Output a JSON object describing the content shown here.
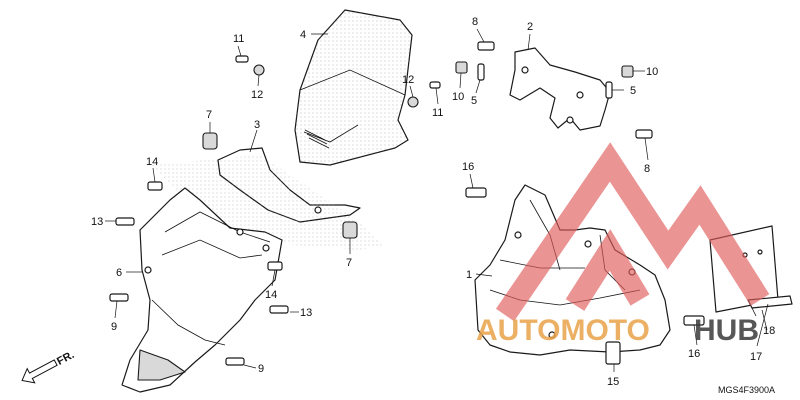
{
  "diagram": {
    "code": "MGS4F3900A",
    "front_indicator": "FR.",
    "callouts": [
      {
        "id": "c-11a",
        "text": "11"
      },
      {
        "id": "c-12a",
        "text": "12"
      },
      {
        "id": "c-4",
        "text": "4"
      },
      {
        "id": "c-12b",
        "text": "12"
      },
      {
        "id": "c-11b",
        "text": "11"
      },
      {
        "id": "c-7a",
        "text": "7"
      },
      {
        "id": "c-3",
        "text": "3"
      },
      {
        "id": "c-14a",
        "text": "14"
      },
      {
        "id": "c-13a",
        "text": "13"
      },
      {
        "id": "c-7b",
        "text": "7"
      },
      {
        "id": "c-6",
        "text": "6"
      },
      {
        "id": "c-14b",
        "text": "14"
      },
      {
        "id": "c-9a",
        "text": "9"
      },
      {
        "id": "c-13b",
        "text": "13"
      },
      {
        "id": "c-9b",
        "text": "9"
      },
      {
        "id": "c-8a",
        "text": "8"
      },
      {
        "id": "c-2",
        "text": "2"
      },
      {
        "id": "c-10a",
        "text": "10"
      },
      {
        "id": "c-5a",
        "text": "5"
      },
      {
        "id": "c-10b",
        "text": "10"
      },
      {
        "id": "c-5b",
        "text": "5"
      },
      {
        "id": "c-8b",
        "text": "8"
      },
      {
        "id": "c-16a",
        "text": "16"
      },
      {
        "id": "c-1",
        "text": "1"
      },
      {
        "id": "c-16b",
        "text": "16"
      },
      {
        "id": "c-15",
        "text": "15"
      },
      {
        "id": "c-18",
        "text": "18"
      },
      {
        "id": "c-17",
        "text": "17"
      }
    ]
  },
  "watermark": {
    "word_auto": "AUTOMOTO",
    "word_hub": "HUB",
    "colors": {
      "mark": "#e05a5a",
      "auto": "#e9a34a",
      "hub": "#3a3a3a"
    }
  }
}
